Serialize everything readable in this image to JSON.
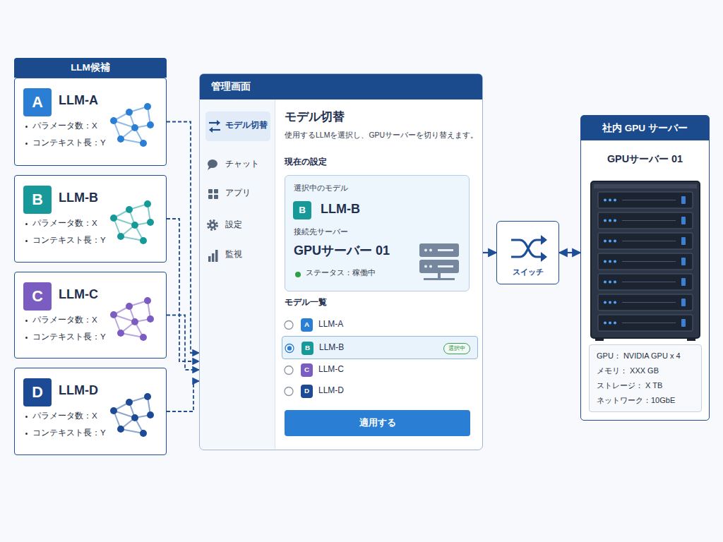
{
  "diagram": {
    "nodes": [
      {
        "text": [
          "LLM候補"
        ]
      },
      {
        "text": [
          "LLM-A",
          "パラメータ数：X",
          "コンテキスト長：Y"
        ],
        "in": 0
      },
      {
        "text": [
          "A"
        ],
        "in": 1
      },
      {
        "text": [
          "LLM-B",
          "パラメータ数：X",
          "コンテキスト長：Y"
        ],
        "in": 0
      },
      {
        "text": [
          "B"
        ],
        "in": 3
      },
      {
        "text": [
          "LLM-C",
          "パラメータ数：X",
          "コンテキスト長：Y"
        ],
        "in": 0
      },
      {
        "text": [
          "C"
        ],
        "in": 5
      },
      {
        "text": [
          "LLM-D",
          "パラメータ数：X",
          "コンテキスト長：Y"
        ],
        "in": 0
      },
      {
        "text": [
          "D"
        ],
        "in": 7
      },
      {
        "text": [
          "管理画面",
          "モデル切替",
          "使用するLLMを選択し、GPUサーバーを切り替えます。",
          "現在の設定",
          "モデル一覧"
        ]
      },
      {
        "text": [
          "チャット",
          "アプリ",
          "設定",
          "監視"
        ],
        "in": 9
      },
      {
        "text": [
          "モデル切替"
        ],
        "in": 10
      },
      {
        "text": [
          "選択中のモデル",
          "LLM-B",
          "接続先サーバー",
          "GPUサーバー 01",
          "ステータス：稼働中"
        ],
        "in": 9
      },
      {
        "text": [
          "B"
        ],
        "in": 12
      },
      {
        "text": [
          "LLM-A"
        ],
        "in": 9
      },
      {
        "text": [
          "A"
        ],
        "in": 14
      },
      {
        "text": [
          "LLM-B"
        ],
        "in": 9
      },
      {
        "text": [
          "B"
        ],
        "in": 16
      },
      {
        "text": [
          "選択中"
        ],
        "in": 16
      },
      {
        "text": [
          "LLM-C"
        ],
        "in": 9
      },
      {
        "text": [
          "C"
        ],
        "in": 19
      },
      {
        "text": [
          "LLM-D"
        ],
        "in": 9
      },
      {
        "text": [
          "D"
        ],
        "in": 21
      },
      {
        "text": [
          "適用する"
        ],
        "in": 9
      },
      {
        "text": [
          "スイッチ"
        ]
      },
      {
        "text": [
          "社内 GPU サーバー",
          "GPUサーバー 01"
        ]
      },
      {
        "text": [
          "GPU： NVIDIA GPU x 4",
          "メモリ： XXX GB",
          "ストレージ： X TB",
          "ネットワーク：10GbE"
        ],
        "in": 25
      }
    ],
    "edges": [
      {
        "from": 1,
        "to": 9,
        "arrow": "to"
      },
      {
        "from": 3,
        "to": 9,
        "arrow": "to"
      },
      {
        "from": 5,
        "to": 9,
        "arrow": "to"
      },
      {
        "from": 7,
        "to": 9,
        "arrow": "to"
      },
      {
        "from": 9,
        "to": 24,
        "arrow": "to"
      },
      {
        "from": 24,
        "to": 25,
        "arrow": "both"
      }
    ]
  }
}
